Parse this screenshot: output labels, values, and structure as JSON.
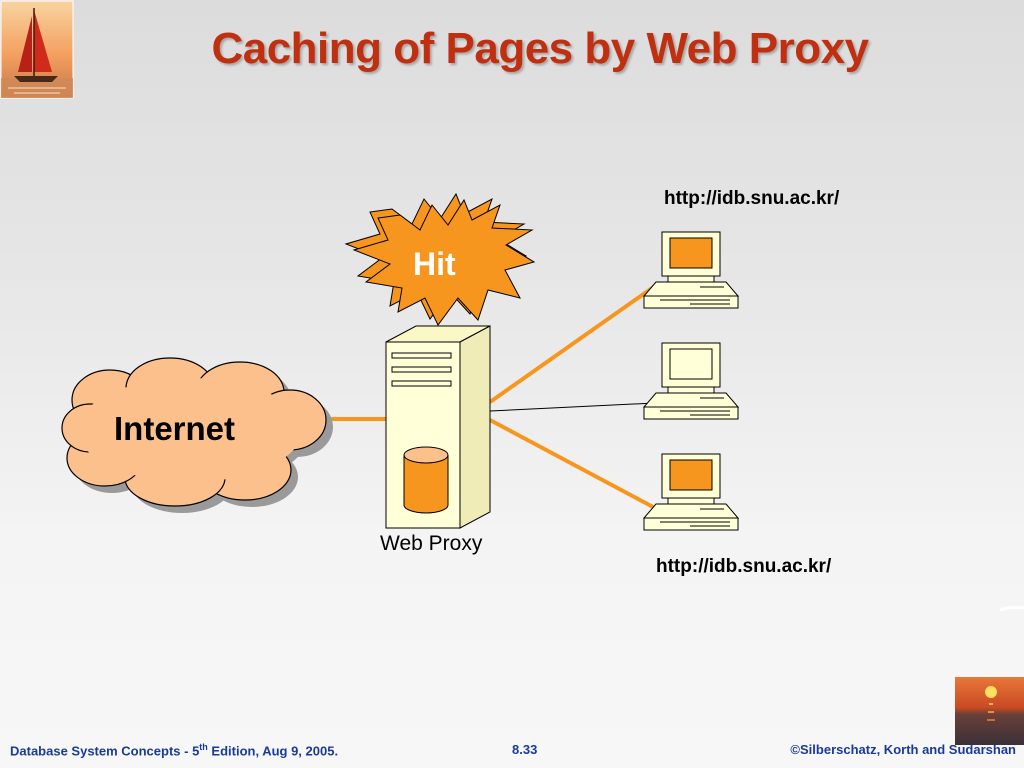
{
  "slide": {
    "title": "Caching of Pages by Web Proxy"
  },
  "diagram": {
    "internet_label": "Internet",
    "proxy_label": "Web Proxy",
    "hit_label": "Hit",
    "url_top": "http://idb.snu.ac.kr/",
    "url_bottom": "http://idb.snu.ac.kr/",
    "colors": {
      "orange": "#f7961e",
      "cloud": "#fbc08c",
      "server": "#ffffd8",
      "title": "#c03010"
    }
  },
  "footer": {
    "book_prefix": "Database System Concepts - 5",
    "book_sup": "th",
    "book_suffix": " Edition,  Aug 9, 2005.",
    "page": "8.33",
    "copyright": "©Silberschatz, Korth and Sudarshan"
  },
  "icons": [
    "sailboat-logo-icon",
    "sunset-logo-icon",
    "cloud-icon",
    "server-icon",
    "computer-icon",
    "starburst-icon"
  ]
}
